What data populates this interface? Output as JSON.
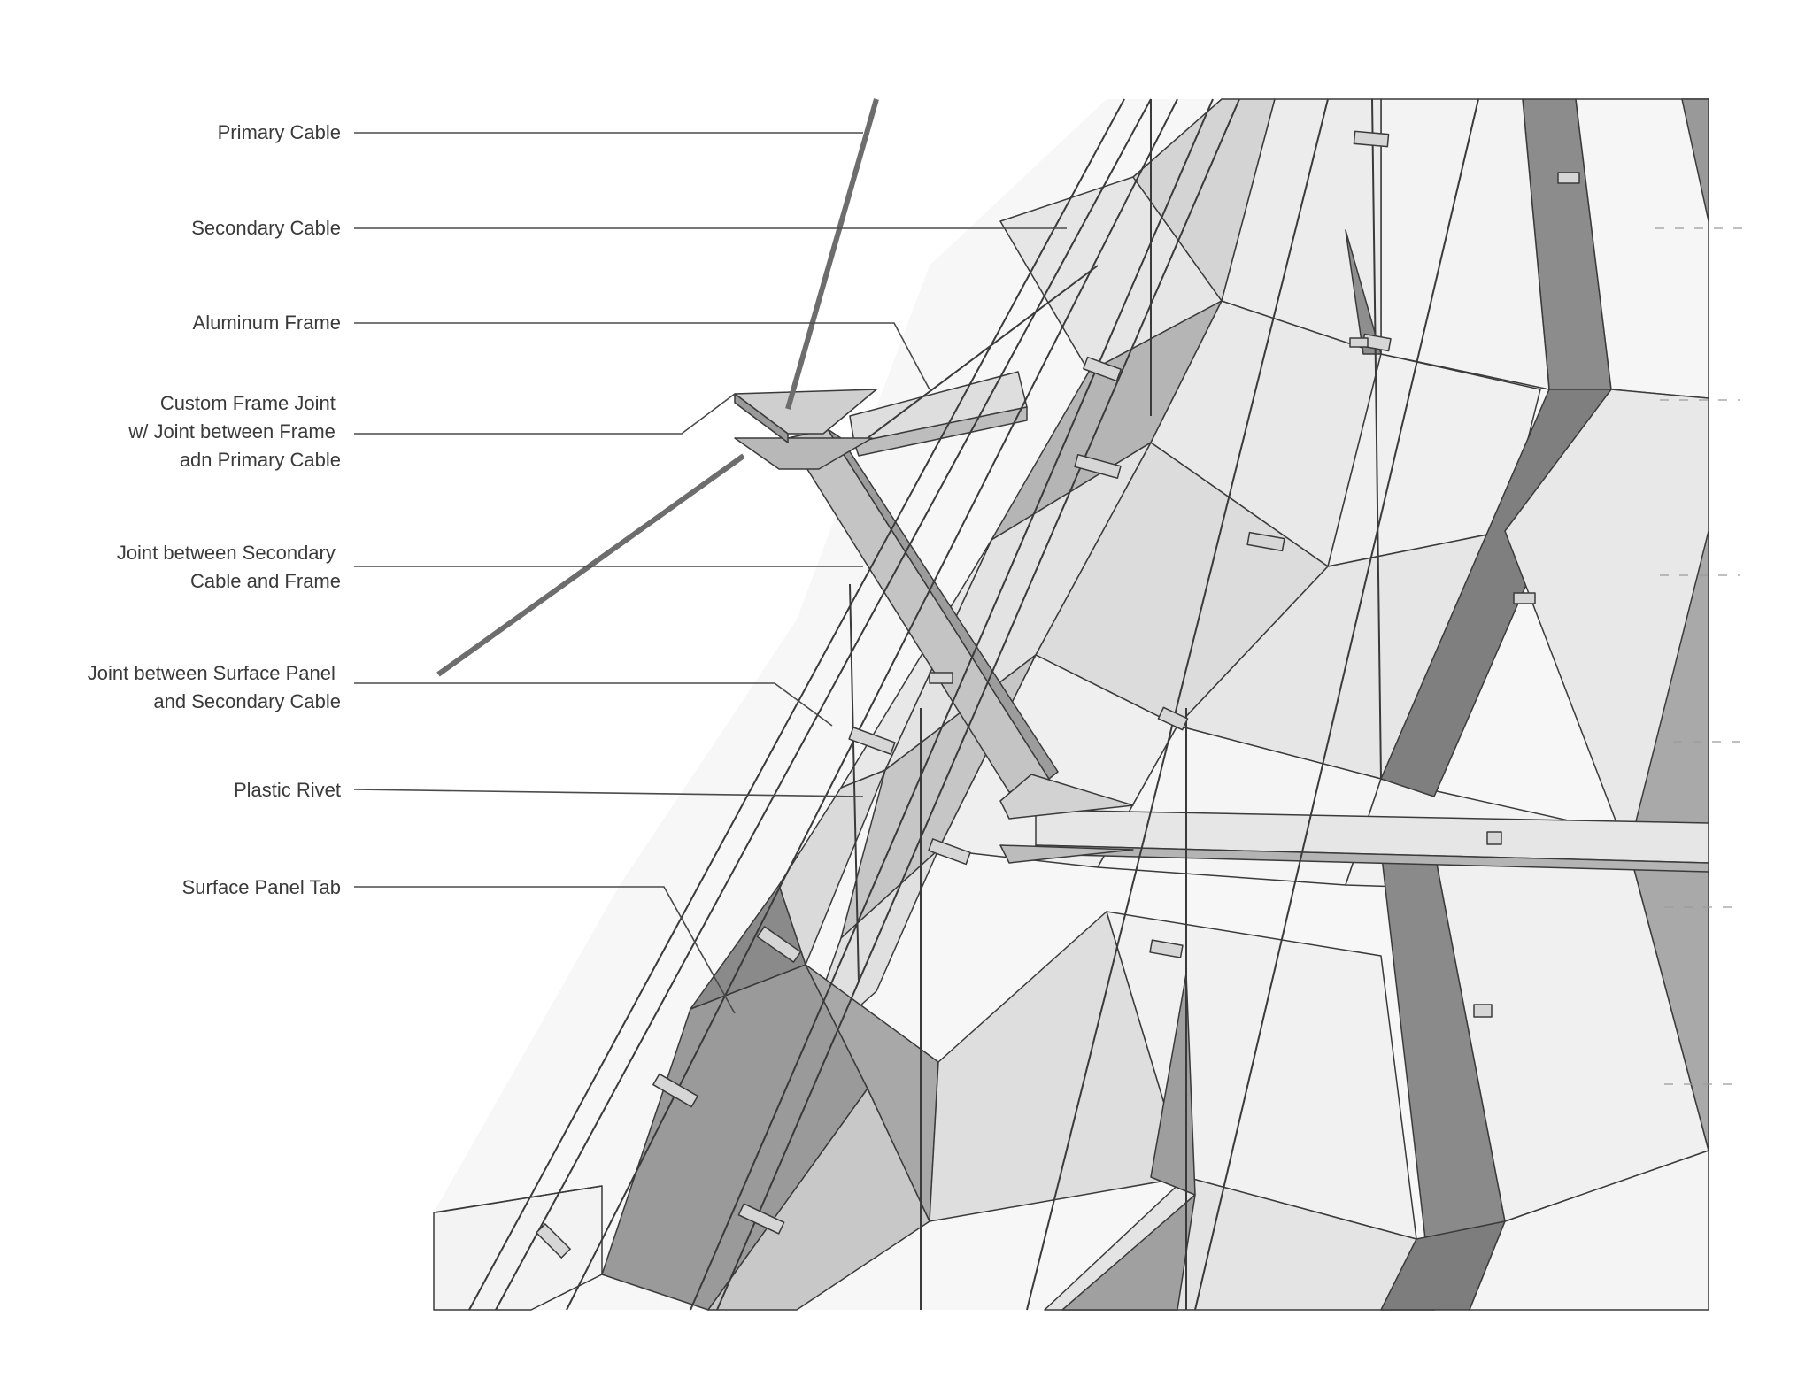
{
  "callouts": [
    {
      "id": "primary-cable",
      "lines": [
        "Primary Cable"
      ]
    },
    {
      "id": "secondary-cable",
      "lines": [
        "Secondary Cable"
      ]
    },
    {
      "id": "aluminum-frame",
      "lines": [
        "Aluminum Frame"
      ]
    },
    {
      "id": "custom-frame-joint",
      "lines": [
        "Custom Frame Joint",
        "w/ Joint between Frame",
        "adn Primary Cable"
      ]
    },
    {
      "id": "joint-secondary-cable-frame",
      "lines": [
        "Joint between Secondary",
        "Cable and Frame"
      ]
    },
    {
      "id": "joint-surface-panel-secondary-cable",
      "lines": [
        "Joint between Surface Panel",
        "and Secondary Cable"
      ]
    },
    {
      "id": "plastic-rivet",
      "lines": [
        "Plastic Rivet"
      ]
    },
    {
      "id": "surface-panel-tab",
      "lines": [
        "Surface Panel Tab"
      ]
    }
  ],
  "colors": {
    "background": "#ffffff",
    "panel_light": "#f4f4f4",
    "panel_mid": "#d9d9d9",
    "panel_dark": "#a6a6a6",
    "panel_darkest": "#8e8e8e",
    "line": "#3a3a3a",
    "text": "#3a3a3a"
  }
}
